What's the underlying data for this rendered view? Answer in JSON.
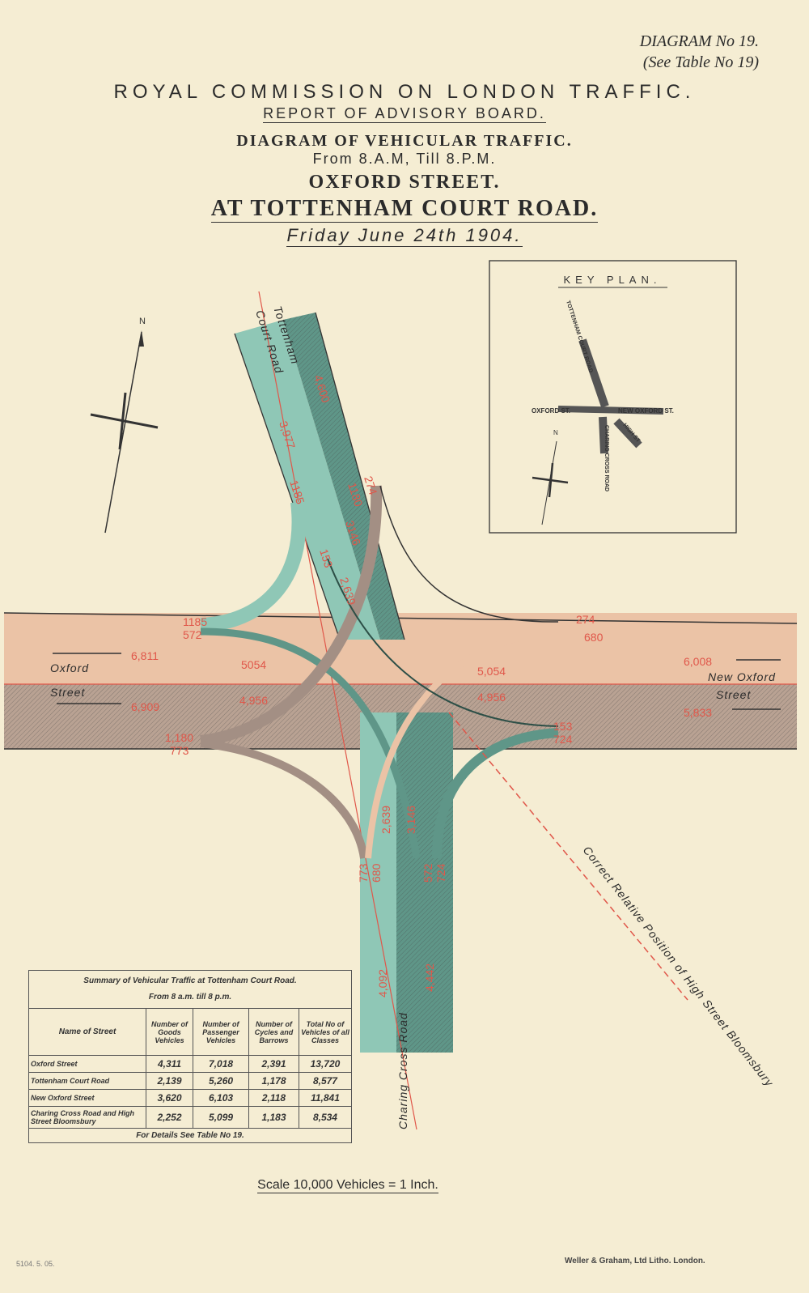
{
  "header": {
    "diagram_no": "DIAGRAM  No 19.",
    "see_table": "(See Table No 19)",
    "commission": "ROYAL COMMISSION ON LONDON TRAFFIC.",
    "board": "REPORT OF ADVISORY BOARD.",
    "subject": "DIAGRAM OF VEHICULAR TRAFFIC.",
    "hours": "From 8.A.M, Till 8.P.M.",
    "street": "OXFORD STREET.",
    "location": "AT TOTTENHAM COURT ROAD.",
    "date": "Friday June 24th 1904."
  },
  "colors": {
    "oxford_east": "#ebc3a6",
    "oxford_west": "#b9a293",
    "tcr_light": "#8fc7b6",
    "tcr_dark": "#5f9688",
    "count_red": "#e0574a",
    "paper": "#f5edd3"
  },
  "streets": {
    "oxford": [
      "Oxford",
      "Street"
    ],
    "new_oxford": [
      "New Oxford",
      "Street"
    ],
    "tcr": [
      "Tottenham",
      "Court Road"
    ],
    "ccr": "Charing Cross Road",
    "high_street": "Correct Relative Position of High Street Bloomsbury"
  },
  "flows": {
    "oxford_east": "6,811",
    "oxford_west": "6,909",
    "oxford_mid_east": "5054",
    "oxford_mid_west": "4,956",
    "new_oxford_east": "6,008",
    "new_oxford_west": "5,833",
    "new_oxford_mid_east": "5,054",
    "new_oxford_mid_west": "4,956",
    "tcr_south": "4,600",
    "tcr_north": "3,977",
    "tcr_mid_a": "3146",
    "tcr_mid_b": "2,639",
    "ccr_north": "4,092",
    "ccr_south": "4,442",
    "ccr_mid_a": "2,639",
    "ccr_mid_b": "3,146",
    "turn_1185_a": "1185",
    "turn_1185_b": "1185",
    "turn_572": "572",
    "turn_1180_a": "1,180",
    "turn_1180_b": "1180",
    "turn_773": "773",
    "turn_773_b": "773",
    "turn_274": "274",
    "turn_274_b": "274",
    "turn_680": "680",
    "turn_680_b": "680",
    "turn_153": "153",
    "turn_153_b": "153",
    "turn_724": "724",
    "turn_724_b": "724",
    "turn_572_b": "572"
  },
  "compass": {
    "north": "N"
  },
  "key_plan": {
    "title": "KEY PLAN.",
    "tcr": "TOTTENHAM COURT ROAD",
    "oxford": "OXFORD ST.",
    "new_oxford": "NEW OXFORD ST.",
    "ccr": "CHARING CROSS ROAD",
    "high": "HIGH ST",
    "north": "N"
  },
  "summary": {
    "title": "Summary of Vehicular Traffic at Tottenham Court Road.",
    "subtitle": "From 8 a.m. till 8 p.m.",
    "columns": [
      "Name of Street",
      "Number of Goods Vehicles",
      "Number of Passenger Vehicles",
      "Number of Cycles and Barrows",
      "Total No of Vehicles of all Classes"
    ],
    "rows": [
      [
        "Oxford Street",
        "4,311",
        "7,018",
        "2,391",
        "13,720"
      ],
      [
        "Tottenham Court Road",
        "2,139",
        "5,260",
        "1,178",
        "8,577"
      ],
      [
        "New Oxford Street",
        "3,620",
        "6,103",
        "2,118",
        "11,841"
      ],
      [
        "Charing Cross Road and High Street Bloomsbury",
        "2,252",
        "5,099",
        "1,183",
        "8,534"
      ]
    ],
    "footer": "For Details See Table No 19."
  },
  "scale": "Scale 10,000 Vehicles = 1 Inch.",
  "footer": {
    "print_code": "5104. 5. 05.",
    "printer": "Weller & Graham, Ltd Litho. London."
  }
}
